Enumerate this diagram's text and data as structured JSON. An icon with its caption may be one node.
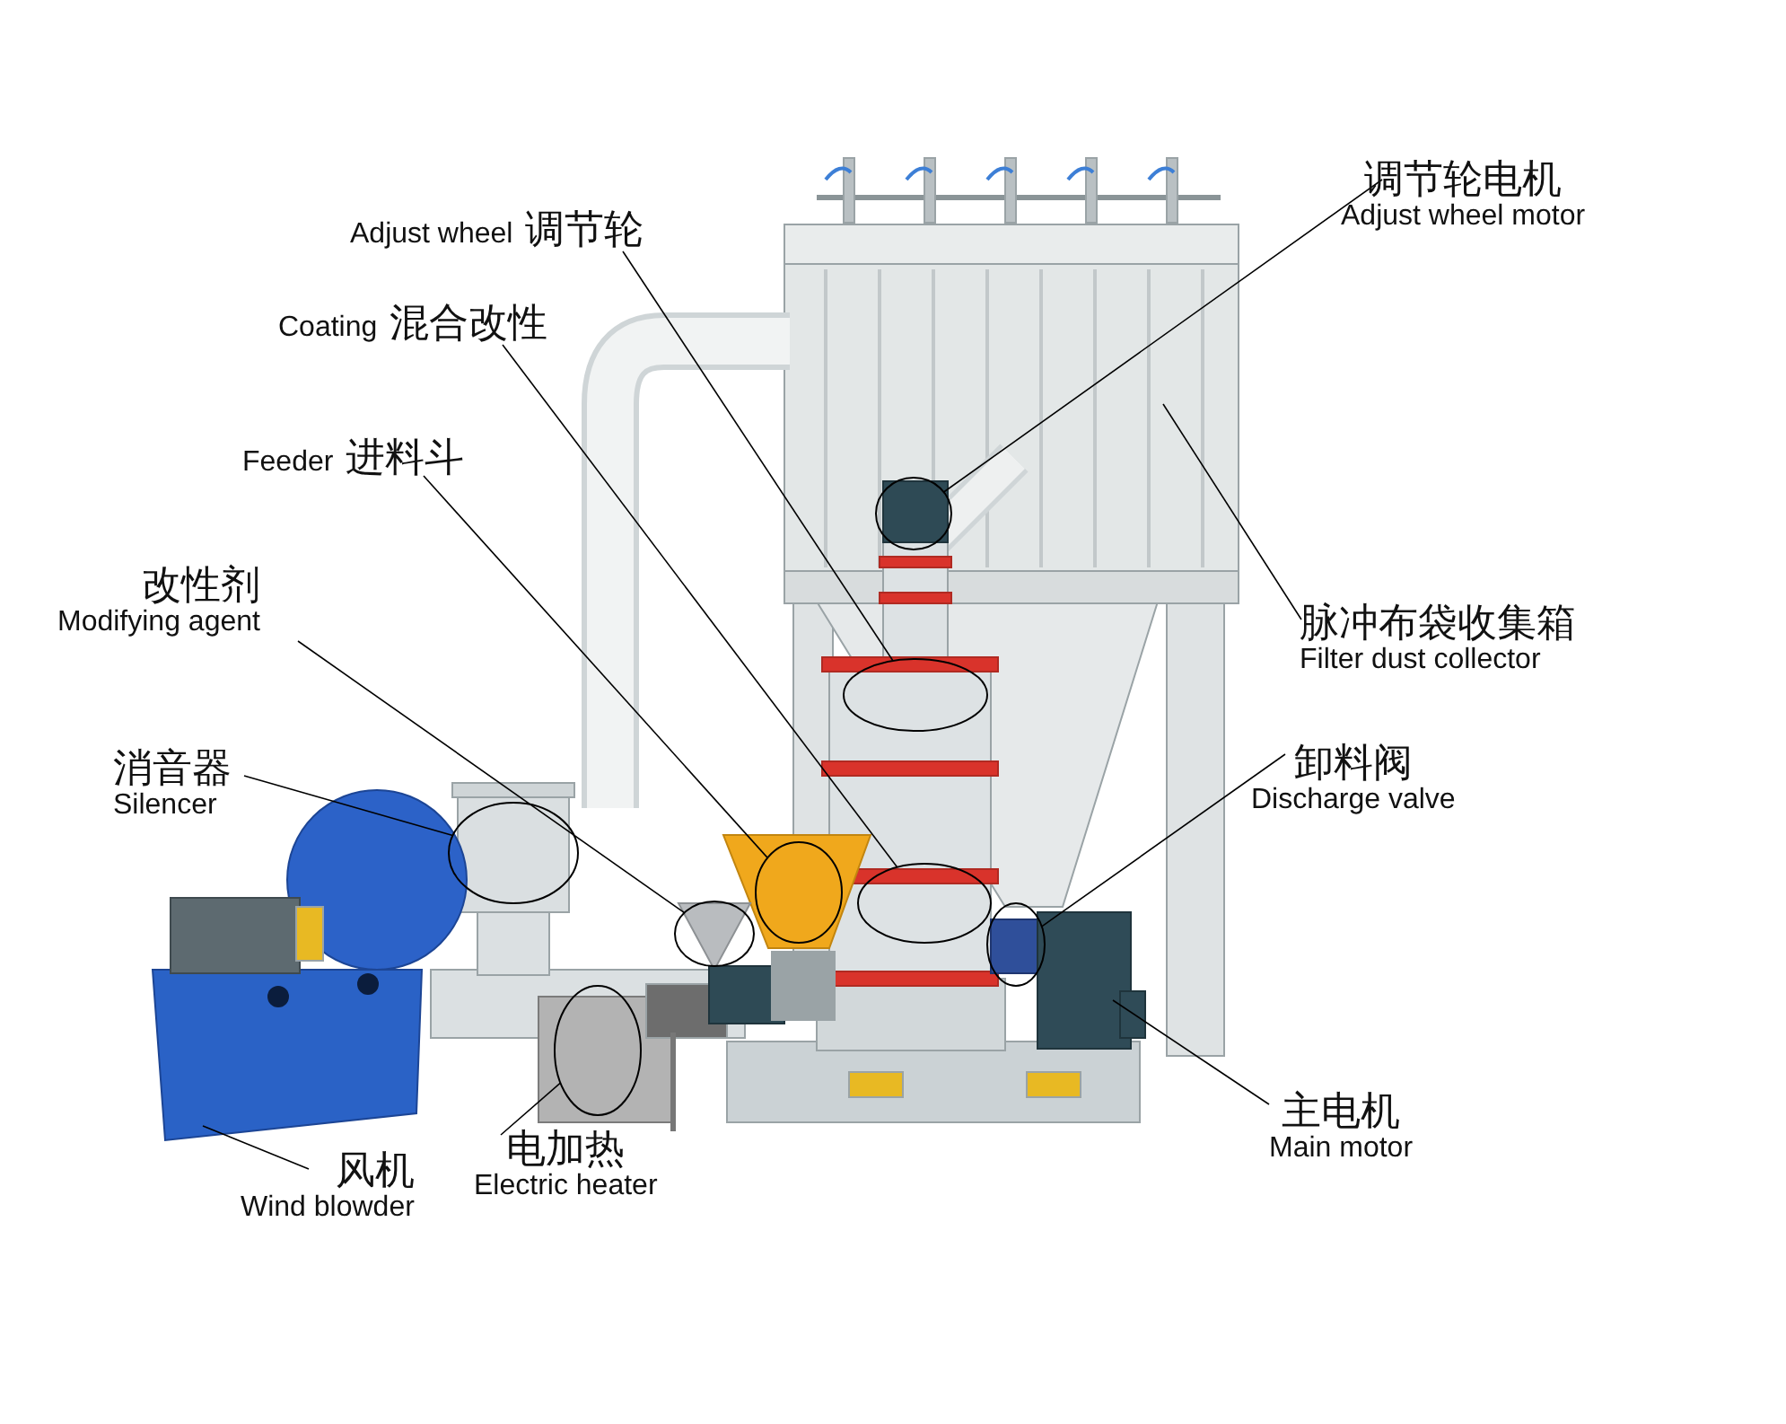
{
  "diagram": {
    "nodes": [
      {
        "text": [
          "调节轮电机",
          "Adjust wheel motor"
        ]
      },
      {
        "text": [
          "Adjust wheel",
          "调节轮"
        ]
      },
      {
        "text": [
          "Coating",
          "混合改性"
        ]
      },
      {
        "text": [
          "Feeder",
          "进料斗"
        ]
      },
      {
        "text": [
          "改性剂",
          "Modifying agent"
        ]
      },
      {
        "text": [
          "脉冲布袋收集箱",
          "Filter dust collector"
        ]
      },
      {
        "text": [
          "消音器",
          "Silencer"
        ]
      },
      {
        "text": [
          "卸料阀",
          "Discharge valve"
        ]
      },
      {
        "text": [
          "主电机",
          "Main motor"
        ]
      },
      {
        "text": [
          "电加热",
          "Electric heater"
        ]
      },
      {
        "text": [
          "风机",
          "Wind blowder"
        ]
      },
      {
        "text": [],
        "shape": "circle"
      },
      {
        "text": [],
        "shape": "circle"
      },
      {
        "text": [],
        "shape": "circle"
      },
      {
        "text": [],
        "shape": "circle"
      },
      {
        "text": [],
        "shape": "circle"
      },
      {
        "text": [],
        "shape": "circle"
      },
      {
        "text": [],
        "shape": "circle"
      },
      {
        "text": [],
        "shape": "circle"
      }
    ],
    "edges": [
      {
        "from": 0,
        "to": 15,
        "arrow": "none"
      },
      {
        "from": 1,
        "to": 16,
        "arrow": "none"
      },
      {
        "from": 2,
        "to": 17,
        "arrow": "none"
      },
      {
        "from": 3,
        "to": 14,
        "arrow": "none"
      },
      {
        "from": 4,
        "to": 13,
        "arrow": "none"
      },
      {
        "from": 5,
        "to": null,
        "arrow": "none"
      },
      {
        "from": 6,
        "to": 11,
        "arrow": "none"
      },
      {
        "from": 7,
        "to": 18,
        "arrow": "none"
      },
      {
        "from": 8,
        "to": null,
        "arrow": "none"
      },
      {
        "from": 9,
        "to": 12,
        "arrow": "none"
      },
      {
        "from": 10,
        "to": null,
        "arrow": "none"
      }
    ]
  }
}
